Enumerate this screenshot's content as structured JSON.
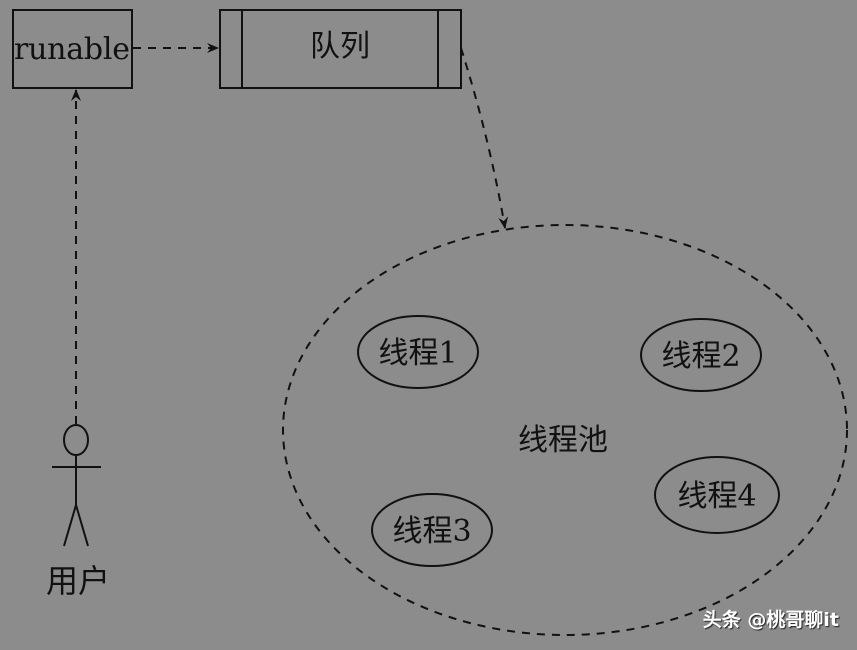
{
  "diagram": {
    "runnable_label": "runable",
    "queue_label": "队列",
    "pool_label": "线程池",
    "threads": [
      "线程1",
      "线程2",
      "线程3",
      "线程4"
    ],
    "user_label": "用户"
  },
  "watermark": "头条 @桃哥聊it",
  "colors": {
    "background": "#8c8c8c",
    "stroke": "#111111"
  }
}
